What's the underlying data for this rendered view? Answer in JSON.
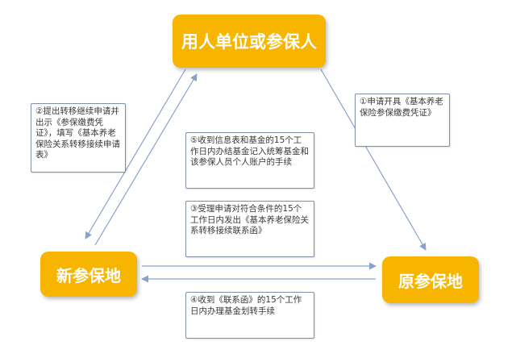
{
  "nodes": {
    "employer": "用人单位或参保人",
    "new_location": "新参保地",
    "original_location": "原参保地"
  },
  "notes": {
    "step1": "①申请开具《基本养老保险参保缴费凭证》",
    "step2": "②提出转移继续申请并出示《参保缴费凭证》，填写《基本养老保险关系转移接续申请表》",
    "step3": "③受理申请对符合条件的15个工作日内发出《基本养老保险关系转移接续联系函》",
    "step4": "④收到《联系函》的15个工作日内办理基金划转手续",
    "step5": "⑤收到信息表和基金的15个工作日内办结基金记入统筹基金和该参保人员个人账户的手续"
  },
  "colors": {
    "node_fill": "#f7b500",
    "node_text": "#ffffff",
    "arrow": "#8aa2c8",
    "note_border": "#7f8fa8"
  }
}
